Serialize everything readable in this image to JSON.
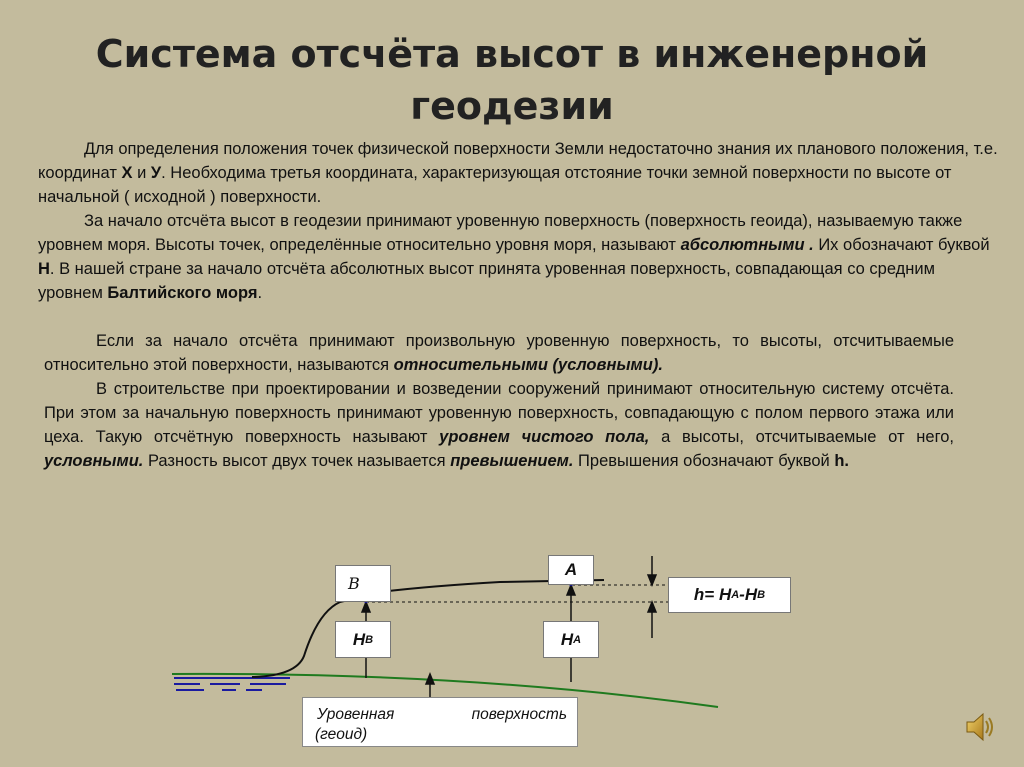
{
  "slide": {
    "title_line1": "Система отсчёта высот в инженерной",
    "title_line2": "геодезии"
  },
  "paragraph1": {
    "s1": "Для определения положения точек физической поверхности Земли недостаточно знания их планового положения, т.е. координат ",
    "x": "Х",
    "and": " и ",
    "y": "У",
    "s2": ". Необходима третья координата, характеризующая отстояние точки земной поверхности по высоте от начальной ( исходной ) поверхности."
  },
  "paragraph2": {
    "s1": "За начало отсчёта высот в геодезии принимают уровенную поверхность  (поверхность геоида), называемую также уровнем моря. Высоты точек, определённые относительно уровня моря, называют ",
    "absolute": "абсолютными .",
    "s2": " Их обозначают буквой ",
    "h_letter": "Н",
    "s3": ". В нашей стране за начало отсчёта абсолютных высот принята уровенная поверхность, совпадающая со средним уровнем ",
    "baltic": "Балтийского моря",
    "s4": "."
  },
  "paragraph3": {
    "s1": "Если за начало отсчёта принимают произвольную уровенную поверхность, то высоты, отсчитываемые относительно этой поверхности, называются ",
    "relative": "относительными (условными).",
    "s2": "В строительстве при проектировании и возведении сооружений принимают относительную систему отсчёта. При этом за начальную поверхность принимают уровенную поверхность, совпадающую с полом первого этажа или цеха. Такую отсчётную поверхность называют ",
    "clean_floor": "уровнем чистого пола,",
    "s3": " а высоты, отсчитываемые от него, ",
    "conditional": "условными.",
    "s4": " Разность высот двух точек называется ",
    "elevation": "превышением.",
    "s5": " Превышения обозначают буквой ",
    "h_small": "h."
  },
  "diagram": {
    "point_b": "В",
    "point_a": "А",
    "hb_main": "Н",
    "hb_sub": "В",
    "ha_main": "Н",
    "ha_sub": "А",
    "formula_h": "h= Н",
    "formula_sub1": "А",
    "formula_minus": "-Н",
    "formula_sub2": "В",
    "geoid_word1": "Уровенная",
    "geoid_word2": "поверхность",
    "geoid_word3": "(геоид)"
  },
  "colors": {
    "background": "#c3bb9d",
    "terrain": "#111111",
    "geoid_line": "#1f7a1f",
    "water": "#1a1aa0",
    "point_marker": "#2222cc"
  },
  "icons": {
    "sound": "speaker-icon"
  }
}
